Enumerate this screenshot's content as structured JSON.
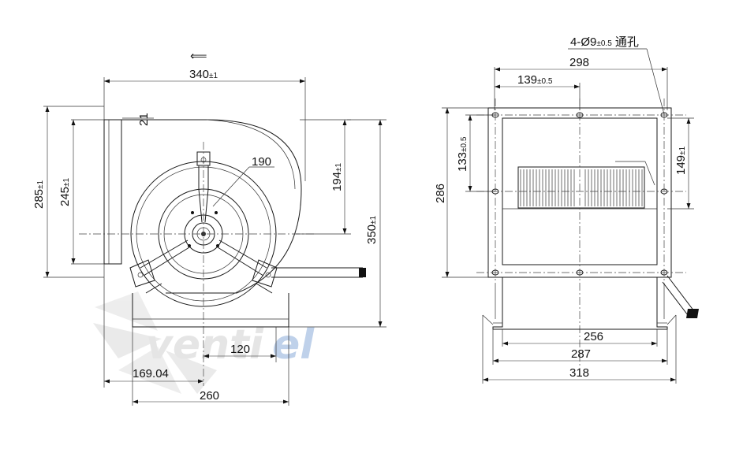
{
  "watermark": {
    "text_left": "venti",
    "text_right": "el",
    "color_left": "#e6e6e6",
    "color_right": "#b9cde8"
  },
  "left_view": {
    "labels": {
      "width_top": "340",
      "width_top_tol": "±1",
      "d21": "21",
      "d190": "190",
      "h194": "194",
      "h194_tol": "±1",
      "h285": "285",
      "h285_tol": "±1",
      "h245": "245",
      "h245_tol": "±1",
      "h350": "350",
      "h350_tol": "±1",
      "d120": "120",
      "d169": "169.04",
      "d260": "260"
    },
    "arrow_symbol": "⟸"
  },
  "right_view": {
    "labels": {
      "holes": "4-Ø9",
      "holes_tol": "±0.5",
      "holes_cn": "通孔",
      "d298": "298",
      "d139": "139",
      "d139_tol": "±0.5",
      "d133": "133",
      "d133_tol": "±0.5",
      "d149": "149",
      "d149_tol": "±1",
      "d286": "286",
      "d256": "256",
      "d287": "287",
      "d318": "318"
    }
  }
}
